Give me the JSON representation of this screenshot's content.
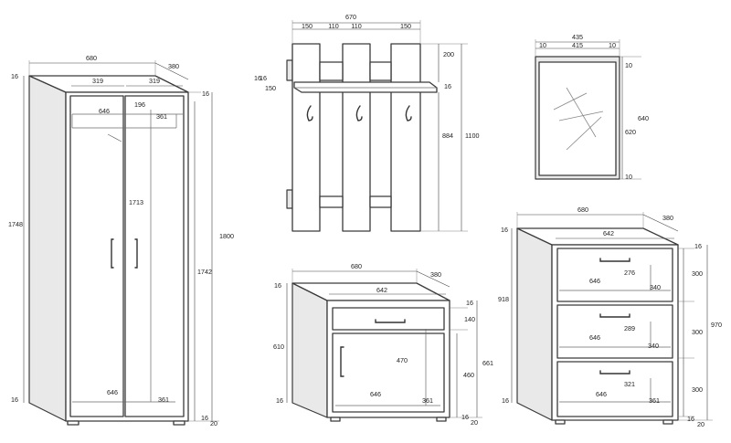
{
  "wardrobe": {
    "width": "680",
    "depth": "380",
    "door_w_left": "319",
    "door_w_right": "319",
    "top_th": "16",
    "shelf_top": "196",
    "shelf_w": "646",
    "shelf_d": "361",
    "inner_h": "1713",
    "left_h": "1748",
    "total_h": "1800",
    "front_h": "1742",
    "bottom_th": "16",
    "base_th_left": "16",
    "base_w": "646",
    "base_d": "361",
    "plinth_th": "16",
    "plinth_h": "20",
    "top_th_right": "16"
  },
  "hanger": {
    "width": "670",
    "w1": "150",
    "w2": "110",
    "w3": "110",
    "w4": "150",
    "top_gap": "200",
    "shelf_th": "16",
    "left_th_a": "16",
    "left_th_b": "16",
    "left_offset": "150",
    "panel_h": "884",
    "total_h": "1100"
  },
  "mirror": {
    "width": "435",
    "frame_l": "10",
    "glass_w": "415",
    "frame_r": "10",
    "frame_t": "10",
    "glass_h": "620",
    "total_h": "640",
    "frame_b": "10"
  },
  "cabinet": {
    "width": "680",
    "depth": "380",
    "inner_w": "642",
    "top_th": "16",
    "top_th_r": "16",
    "drawer_h": "140",
    "left_h": "610",
    "door_h": "470",
    "front_h": "460",
    "total_h": "661",
    "base_th_l": "16",
    "base_w": "646",
    "base_d": "361",
    "plinth_th": "16",
    "plinth_h": "20"
  },
  "chest": {
    "width": "680",
    "depth": "380",
    "inner_w": "642",
    "top_th_l": "16",
    "top_th_r": "16",
    "left_h": "918",
    "total_h": "970",
    "d1_h": "300",
    "d2_h": "300",
    "d3_h": "300",
    "d1_depth": "276",
    "d1_w": "646",
    "d1_rail": "340",
    "d2_depth": "289",
    "d2_w": "646",
    "d2_rail": "340",
    "d3_depth": "321",
    "d3_w": "646",
    "d3_rail": "361",
    "base_th_l": "16",
    "plinth_th": "16",
    "plinth_h": "20"
  }
}
